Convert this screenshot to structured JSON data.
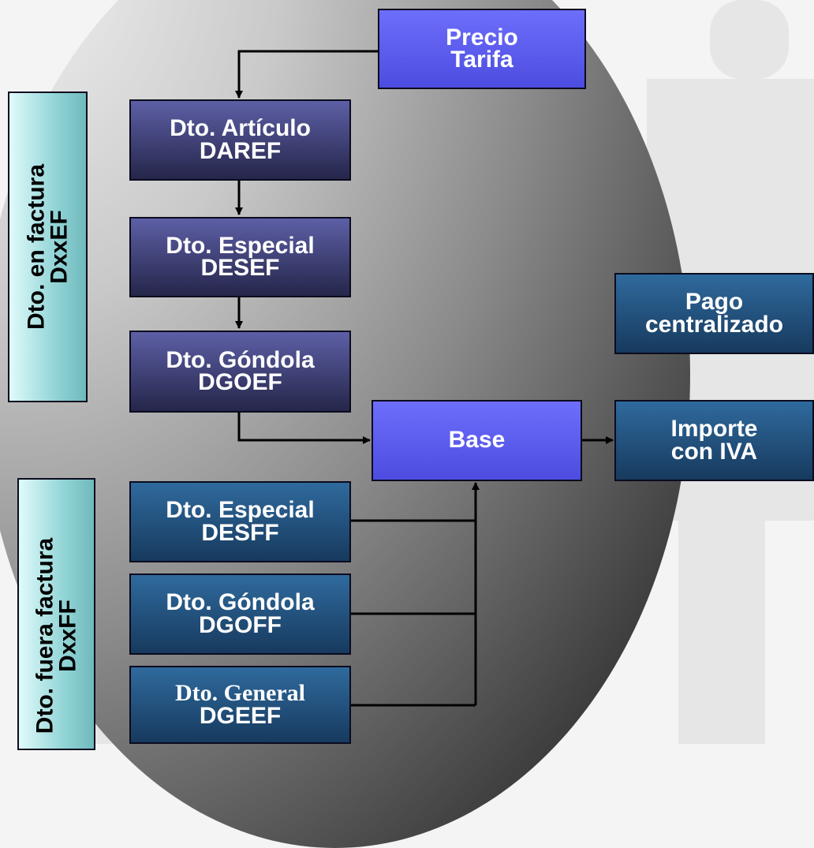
{
  "boxes": {
    "precio_tarifa": {
      "line1": "Precio",
      "line2": "Tarifa"
    },
    "dto_articulo": {
      "line1": "Dto. Artículo",
      "line2": "DAREF"
    },
    "dto_especial_ef": {
      "line1": "Dto. Especial",
      "line2": "DESEF"
    },
    "dto_gondola_ef": {
      "line1": "Dto. Góndola",
      "line2": "DGOEF"
    },
    "base": {
      "line1": "Base"
    },
    "importe_iva": {
      "line1": "Importe",
      "line2": "con IVA"
    },
    "pago_centralizado": {
      "line1": "Pago",
      "line2": "centralizado"
    },
    "dto_especial_ff": {
      "line1": "Dto. Especial",
      "line2": "DESFF"
    },
    "dto_gondola_ff": {
      "line1": "Dto. Góndola",
      "line2": "DGOFF"
    },
    "dto_general": {
      "line1": "Dto. General",
      "line2": "DGEEF"
    }
  },
  "side_labels": {
    "en_factura": {
      "line1": "Dto. en factura",
      "line2": "DxxEF"
    },
    "fuera_factura": {
      "line1": "Dto. fuera factura",
      "line2": "DxxFF"
    }
  }
}
